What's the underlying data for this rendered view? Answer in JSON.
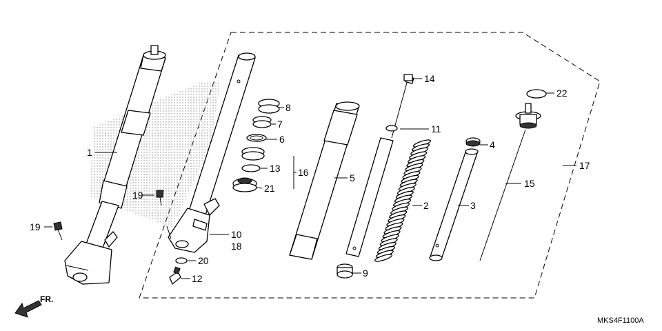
{
  "diagram": {
    "code": "MKS4F1100A",
    "direction_label": "FR.",
    "callouts": [
      {
        "id": "c1",
        "text": "1"
      },
      {
        "id": "c2",
        "text": "2"
      },
      {
        "id": "c3",
        "text": "3"
      },
      {
        "id": "c4",
        "text": "4"
      },
      {
        "id": "c5",
        "text": "5"
      },
      {
        "id": "c6",
        "text": "6"
      },
      {
        "id": "c7",
        "text": "7"
      },
      {
        "id": "c8",
        "text": "8"
      },
      {
        "id": "c9",
        "text": "9"
      },
      {
        "id": "c10",
        "text": "10"
      },
      {
        "id": "c11",
        "text": "11"
      },
      {
        "id": "c12",
        "text": "12"
      },
      {
        "id": "c13",
        "text": "13"
      },
      {
        "id": "c14",
        "text": "14"
      },
      {
        "id": "c15",
        "text": "15"
      },
      {
        "id": "c16",
        "text": "16"
      },
      {
        "id": "c17",
        "text": "17"
      },
      {
        "id": "c18",
        "text": "18"
      },
      {
        "id": "c19a",
        "text": "19"
      },
      {
        "id": "c19b",
        "text": "19"
      },
      {
        "id": "c20",
        "text": "20"
      },
      {
        "id": "c21",
        "text": "21"
      },
      {
        "id": "c22",
        "text": "22"
      }
    ]
  }
}
